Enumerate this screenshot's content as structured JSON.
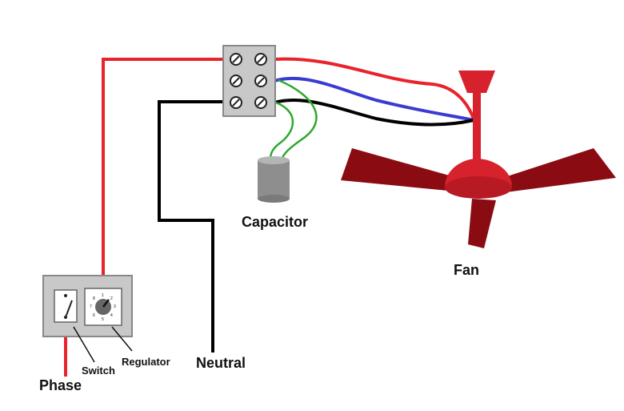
{
  "labels": {
    "capacitor": "Capacitor",
    "fan": "Fan",
    "neutral": "Neutral",
    "phase": "Phase",
    "switch": "Switch",
    "regulator": "Regulator"
  },
  "regulator_dial": [
    "1",
    "2",
    "3",
    "4",
    "5",
    "6",
    "7",
    "8"
  ],
  "colors": {
    "phase_wire": "#e8232b",
    "neutral_wire": "#000000",
    "blue_wire": "#3b3bd1",
    "capacitor_wire": "#2ea82e",
    "fan_red": "#d7222d",
    "fan_blade": "#8b0b12",
    "junction_box": "#c8c8c8",
    "capacitor_body": "#8e8e8e"
  }
}
